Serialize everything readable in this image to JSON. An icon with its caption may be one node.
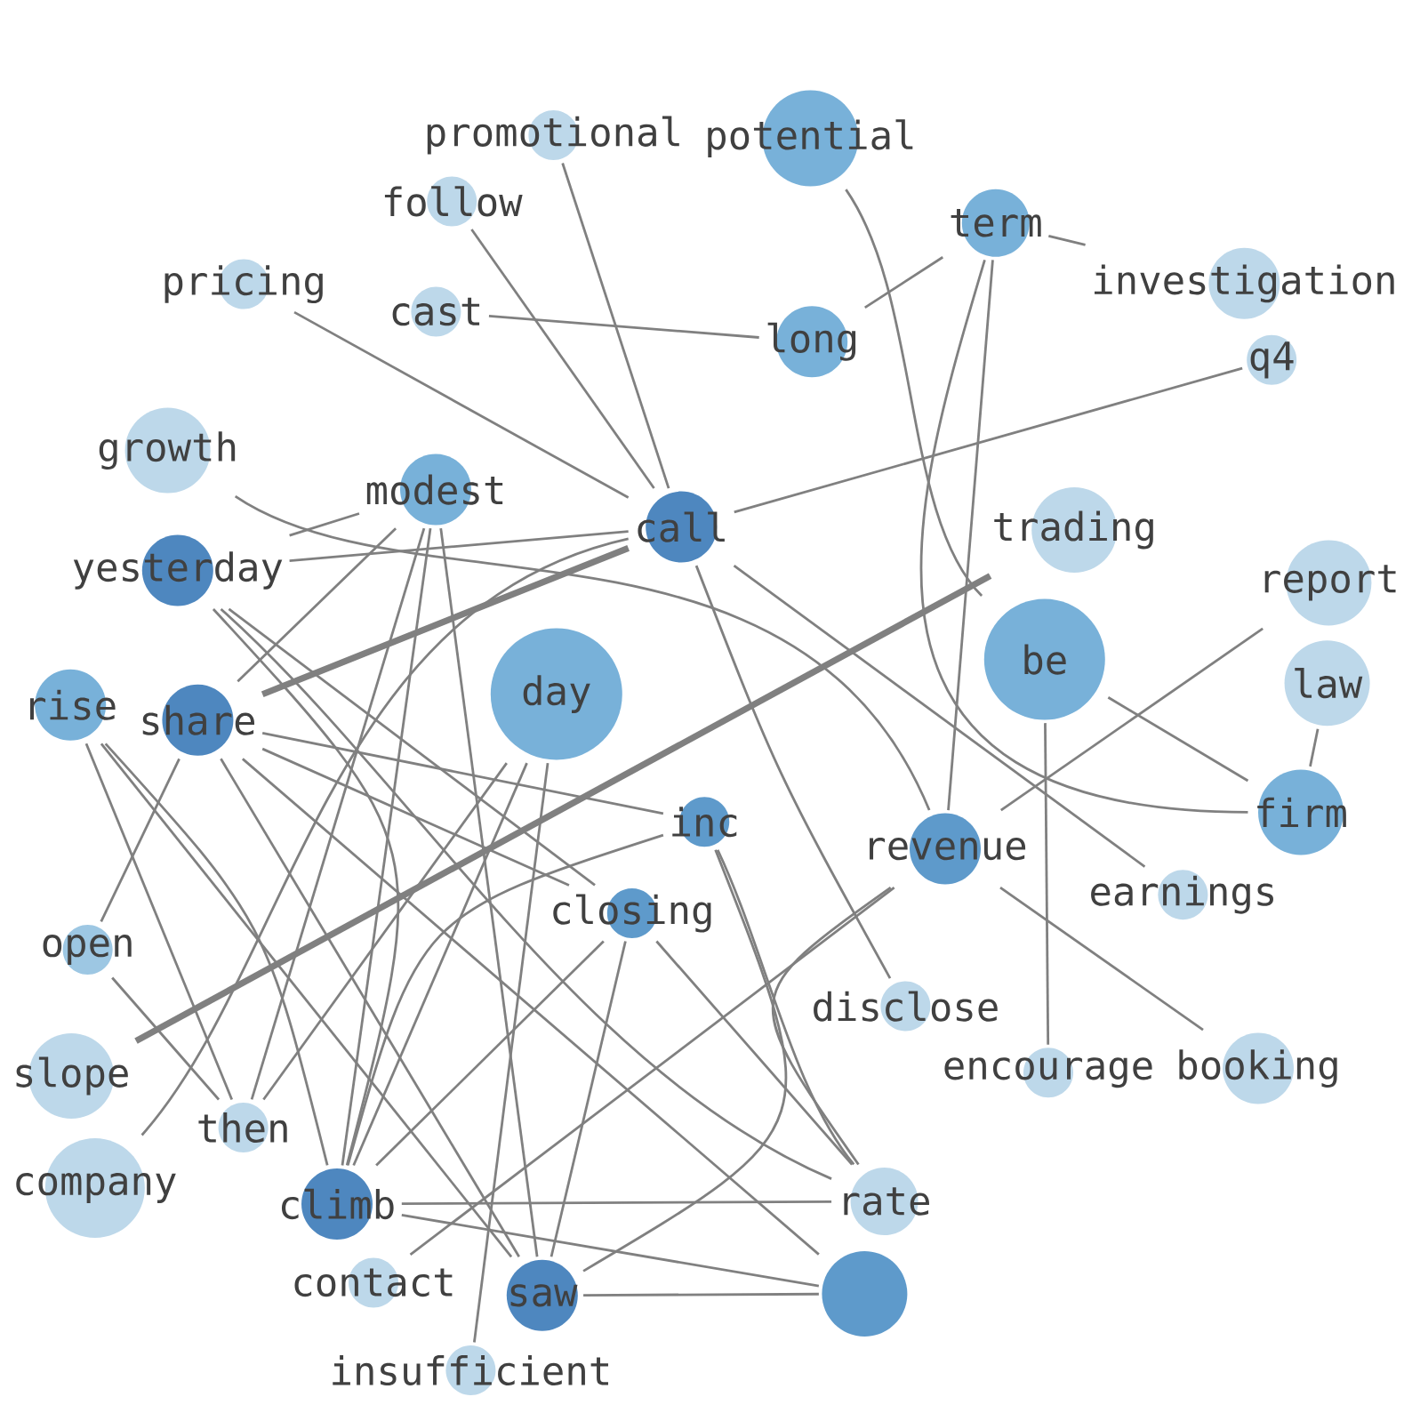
{
  "diagram": {
    "nodes": [
      {
        "text": [
          "promotional"
        ]
      },
      {
        "text": [
          "follow"
        ]
      },
      {
        "text": [
          "potential"
        ]
      },
      {
        "text": [
          "term"
        ]
      },
      {
        "text": [
          "investigation"
        ]
      },
      {
        "text": [
          "pricing"
        ]
      },
      {
        "text": [
          "cast"
        ]
      },
      {
        "text": [
          "long"
        ]
      },
      {
        "text": [
          "q4"
        ]
      },
      {
        "text": [
          "growth"
        ]
      },
      {
        "text": [
          "report"
        ]
      },
      {
        "text": [
          "trading"
        ]
      },
      {
        "text": [
          "modest"
        ]
      },
      {
        "text": [
          "rise"
        ]
      },
      {
        "text": [
          "call"
        ]
      },
      {
        "text": [
          "be"
        ]
      },
      {
        "text": [
          "revenue"
        ]
      },
      {
        "text": [
          "law"
        ]
      },
      {
        "text": [
          "day"
        ]
      },
      {
        "text": [
          "inc"
        ]
      },
      {
        "text": [
          "yesterday"
        ]
      },
      {
        "text": [
          "firm"
        ]
      },
      {
        "text": [
          "earnings"
        ]
      },
      {
        "text": [
          "share"
        ]
      },
      {
        "text": [
          "open"
        ]
      },
      {
        "text": [
          "closing"
        ]
      },
      {
        "text": [
          "encourage"
        ]
      },
      {
        "text": [
          "slope"
        ]
      },
      {
        "text": [
          "booking"
        ]
      },
      {
        "text": [
          "disclose"
        ]
      },
      {
        "text": [
          "company"
        ]
      },
      {
        "text": [
          "then"
        ]
      },
      {
        "text": [
          "climb"
        ]
      },
      {
        "text": [
          "saw"
        ]
      },
      {
        "text": [
          "rate"
        ]
      },
      {
        "text": [],
        "shape": "circle"
      },
      {
        "text": [
          "contact"
        ]
      },
      {
        "text": [
          "insufficient"
        ]
      }
    ],
    "edges": [
      {
        "from": 0,
        "to": 14,
        "arrow": "none"
      },
      {
        "from": 1,
        "to": 14,
        "arrow": "none"
      },
      {
        "from": 5,
        "to": 14,
        "arrow": "none"
      },
      {
        "from": 6,
        "to": 7,
        "arrow": "none"
      },
      {
        "from": 2,
        "to": 15,
        "arrow": "none"
      },
      {
        "from": 3,
        "to": 7,
        "arrow": "none"
      },
      {
        "from": 3,
        "to": 4,
        "arrow": "none"
      },
      {
        "from": 3,
        "to": 16,
        "arrow": "none"
      },
      {
        "from": 3,
        "to": 21,
        "arrow": "none"
      },
      {
        "from": 8,
        "to": 14,
        "arrow": "none"
      },
      {
        "from": 9,
        "to": 16,
        "arrow": "none"
      },
      {
        "from": 10,
        "to": 16,
        "arrow": "none"
      },
      {
        "from": 11,
        "to": 27,
        "arrow": "none",
        "style": "thick"
      },
      {
        "from": 14,
        "to": 23,
        "arrow": "none",
        "style": "thick"
      },
      {
        "from": 14,
        "to": 20,
        "arrow": "none"
      },
      {
        "from": 14,
        "to": 30,
        "arrow": "none"
      },
      {
        "from": 14,
        "to": 29,
        "arrow": "none"
      },
      {
        "from": 14,
        "to": 22,
        "arrow": "none"
      },
      {
        "from": 15,
        "to": 21,
        "arrow": "none"
      },
      {
        "from": 15,
        "to": 26,
        "arrow": "none"
      },
      {
        "from": 16,
        "to": 28,
        "arrow": "none"
      },
      {
        "from": 16,
        "to": 34,
        "arrow": "none"
      },
      {
        "from": 36,
        "to": 16,
        "arrow": "none"
      },
      {
        "from": 17,
        "to": 21,
        "arrow": "none"
      },
      {
        "from": 12,
        "to": 20,
        "arrow": "none"
      },
      {
        "from": 12,
        "to": 23,
        "arrow": "none"
      },
      {
        "from": 12,
        "to": 31,
        "arrow": "none"
      },
      {
        "from": 12,
        "to": 32,
        "arrow": "none"
      },
      {
        "from": 12,
        "to": 33,
        "arrow": "none"
      },
      {
        "from": 13,
        "to": 31,
        "arrow": "none"
      },
      {
        "from": 13,
        "to": 32,
        "arrow": "none"
      },
      {
        "from": 13,
        "to": 33,
        "arrow": "none"
      },
      {
        "from": 20,
        "to": 34,
        "arrow": "none"
      },
      {
        "from": 20,
        "to": 25,
        "arrow": "none"
      },
      {
        "from": 20,
        "to": 32,
        "arrow": "none"
      },
      {
        "from": 23,
        "to": 33,
        "arrow": "none"
      },
      {
        "from": 23,
        "to": 35,
        "arrow": "none"
      },
      {
        "from": 23,
        "to": 25,
        "arrow": "none"
      },
      {
        "from": 24,
        "to": 23,
        "arrow": "none"
      },
      {
        "from": 24,
        "to": 31,
        "arrow": "none"
      },
      {
        "from": 18,
        "to": 31,
        "arrow": "none"
      },
      {
        "from": 18,
        "to": 37,
        "arrow": "none"
      },
      {
        "from": 18,
        "to": 32,
        "arrow": "none"
      },
      {
        "from": 19,
        "to": 33,
        "arrow": "none"
      },
      {
        "from": 19,
        "to": 32,
        "arrow": "none"
      },
      {
        "from": 19,
        "to": 34,
        "arrow": "none"
      },
      {
        "from": 19,
        "to": 23,
        "arrow": "none"
      },
      {
        "from": 25,
        "to": 33,
        "arrow": "none"
      },
      {
        "from": 25,
        "to": 34,
        "arrow": "none"
      },
      {
        "from": 25,
        "to": 32,
        "arrow": "none"
      },
      {
        "from": 32,
        "to": 34,
        "arrow": "none"
      },
      {
        "from": 32,
        "to": 35,
        "arrow": "none"
      },
      {
        "from": 33,
        "to": 35,
        "arrow": "none"
      }
    ]
  }
}
